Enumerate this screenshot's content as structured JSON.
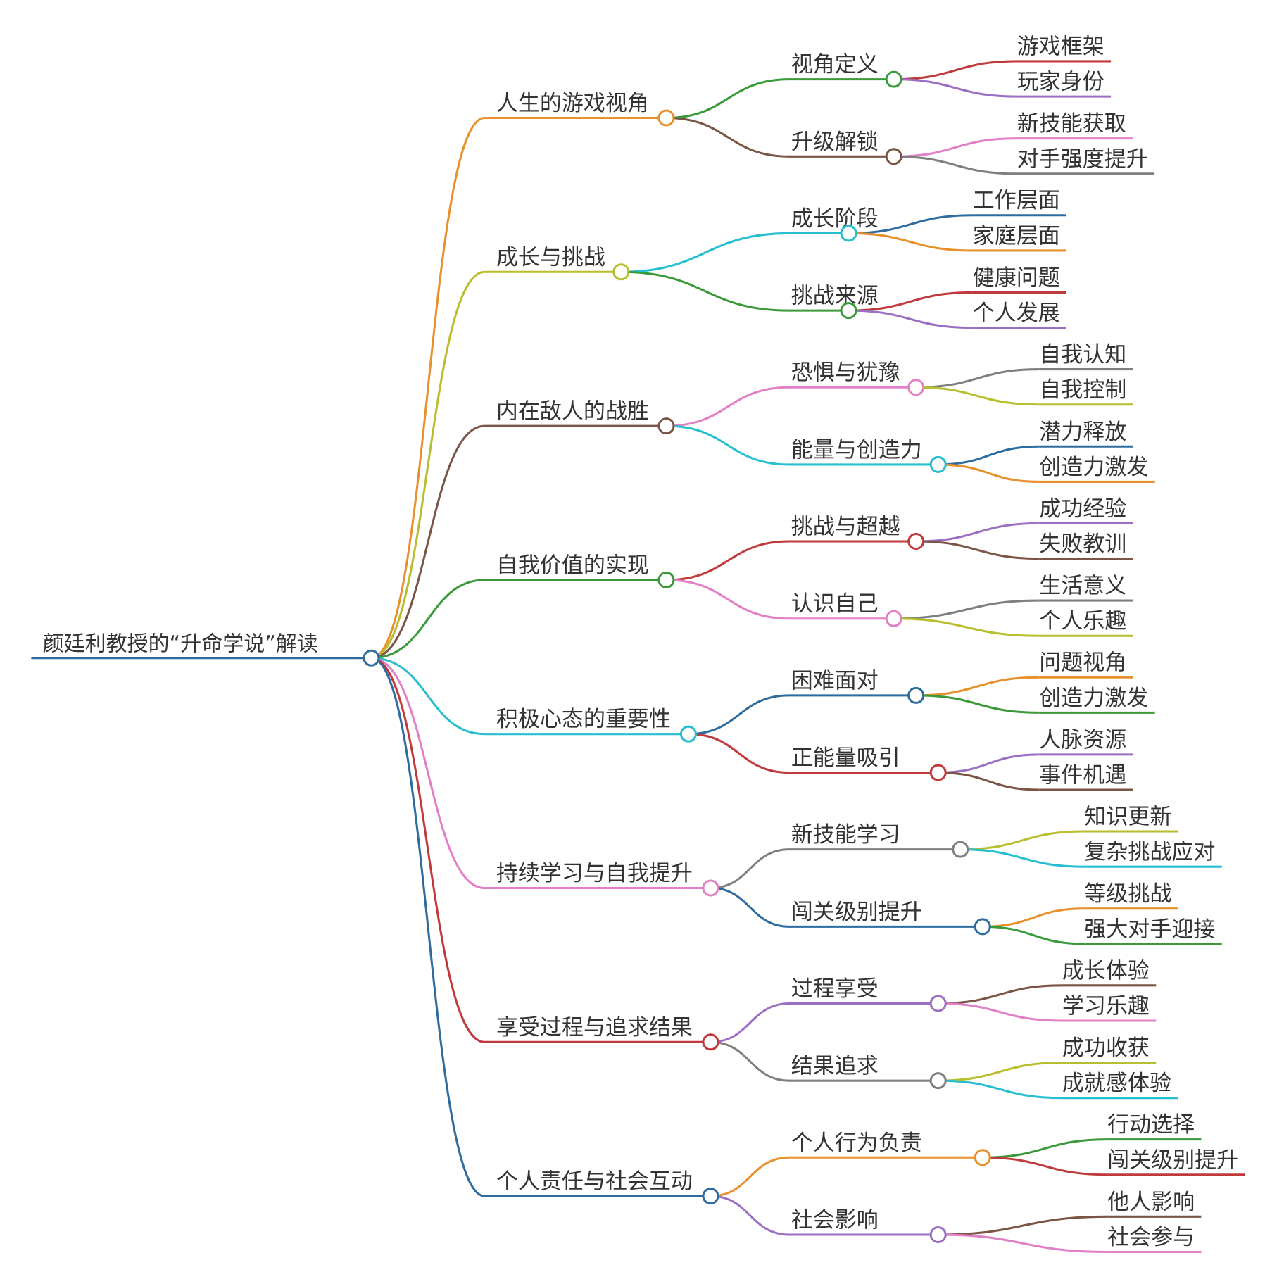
{
  "root": {
    "label": "颜廷利教授的“升命学说”解读",
    "color": "#2e6b9e"
  },
  "branches": [
    {
      "label": "人生的游戏视角",
      "color": "#e8902c",
      "children": [
        {
          "label": "视角定义",
          "color": "#3a9a3a",
          "children": [
            {
              "label": "游戏框架",
              "color": "#c0393b"
            },
            {
              "label": "玩家身份",
              "color": "#9b6fc1"
            }
          ]
        },
        {
          "label": "升级解锁",
          "color": "#7a5545",
          "children": [
            {
              "label": "新技能获取",
              "color": "#e27fc6"
            },
            {
              "label": "对手强度提升",
              "color": "#7f7f7f"
            }
          ]
        }
      ]
    },
    {
      "label": "成长与挑战",
      "color": "#b8be2e",
      "children": [
        {
          "label": "成长阶段",
          "color": "#27bfcf",
          "children": [
            {
              "label": "工作层面",
              "color": "#2e6b9e"
            },
            {
              "label": "家庭层面",
              "color": "#e8902c"
            }
          ]
        },
        {
          "label": "挑战来源",
          "color": "#3a9a3a",
          "children": [
            {
              "label": "健康问题",
              "color": "#c0393b"
            },
            {
              "label": "个人发展",
              "color": "#9b6fc1"
            }
          ]
        }
      ]
    },
    {
      "label": "内在敌人的战胜",
      "color": "#7a5545",
      "children": [
        {
          "label": "恐惧与犹豫",
          "color": "#e27fc6",
          "children": [
            {
              "label": "自我认知",
              "color": "#7f7f7f"
            },
            {
              "label": "自我控制",
              "color": "#b8be2e"
            }
          ]
        },
        {
          "label": "能量与创造力",
          "color": "#27bfcf",
          "children": [
            {
              "label": "潜力释放",
              "color": "#2e6b9e"
            },
            {
              "label": "创造力激发",
              "color": "#e8902c"
            }
          ]
        }
      ]
    },
    {
      "label": "自我价值的实现",
      "color": "#3a9a3a",
      "children": [
        {
          "label": "挑战与超越",
          "color": "#c0393b",
          "children": [
            {
              "label": "成功经验",
              "color": "#9b6fc1"
            },
            {
              "label": "失败教训",
              "color": "#7a5545"
            }
          ]
        },
        {
          "label": "认识自己",
          "color": "#e27fc6",
          "children": [
            {
              "label": "生活意义",
              "color": "#7f7f7f"
            },
            {
              "label": "个人乐趣",
              "color": "#b8be2e"
            }
          ]
        }
      ]
    },
    {
      "label": "积极心态的重要性",
      "color": "#27bfcf",
      "children": [
        {
          "label": "困难面对",
          "color": "#2e6b9e",
          "children": [
            {
              "label": "问题视角",
              "color": "#e8902c"
            },
            {
              "label": "创造力激发",
              "color": "#3a9a3a"
            }
          ]
        },
        {
          "label": "正能量吸引",
          "color": "#c0393b",
          "children": [
            {
              "label": "人脉资源",
              "color": "#9b6fc1"
            },
            {
              "label": "事件机遇",
              "color": "#7a5545"
            }
          ]
        }
      ]
    },
    {
      "label": "持续学习与自我提升",
      "color": "#e27fc6",
      "children": [
        {
          "label": "新技能学习",
          "color": "#7f7f7f",
          "children": [
            {
              "label": "知识更新",
              "color": "#b8be2e"
            },
            {
              "label": "复杂挑战应对",
              "color": "#27bfcf"
            }
          ]
        },
        {
          "label": "闯关级别提升",
          "color": "#2e6b9e",
          "children": [
            {
              "label": "等级挑战",
              "color": "#e8902c"
            },
            {
              "label": "强大对手迎接",
              "color": "#3a9a3a"
            }
          ]
        }
      ]
    },
    {
      "label": "享受过程与追求结果",
      "color": "#c0393b",
      "children": [
        {
          "label": "过程享受",
          "color": "#9b6fc1",
          "children": [
            {
              "label": "成长体验",
              "color": "#7a5545"
            },
            {
              "label": "学习乐趣",
              "color": "#e27fc6"
            }
          ]
        },
        {
          "label": "结果追求",
          "color": "#7f7f7f",
          "children": [
            {
              "label": "成功收获",
              "color": "#b8be2e"
            },
            {
              "label": "成就感体验",
              "color": "#27bfcf"
            }
          ]
        }
      ]
    },
    {
      "label": "个人责任与社会互动",
      "color": "#2e6b9e",
      "children": [
        {
          "label": "个人行为负责",
          "color": "#e8902c",
          "children": [
            {
              "label": "行动选择",
              "color": "#3a9a3a"
            },
            {
              "label": "闯关级别提升",
              "color": "#c0393b"
            }
          ]
        },
        {
          "label": "社会影响",
          "color": "#9b6fc1",
          "children": [
            {
              "label": "他人影响",
              "color": "#7a5545"
            },
            {
              "label": "社会参与",
              "color": "#e27fc6"
            }
          ]
        }
      ]
    }
  ]
}
